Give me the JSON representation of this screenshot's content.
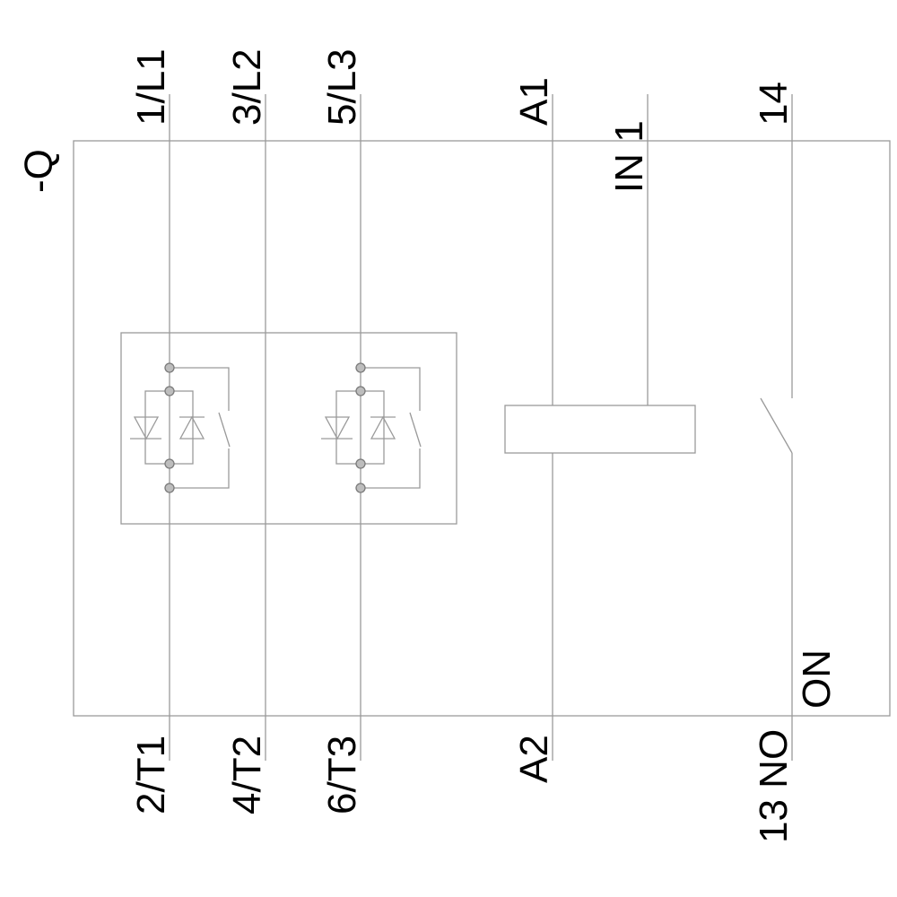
{
  "designation": "-Q",
  "terminals": {
    "l1": "1/L1",
    "l2": "3/L2",
    "l3": "5/L3",
    "t1": "2/T1",
    "t2": "4/T2",
    "t3": "6/T3",
    "a1": "A1",
    "a2": "A2",
    "in1": "IN 1",
    "t14": "14",
    "t13": "13 NO",
    "on": "ON"
  }
}
